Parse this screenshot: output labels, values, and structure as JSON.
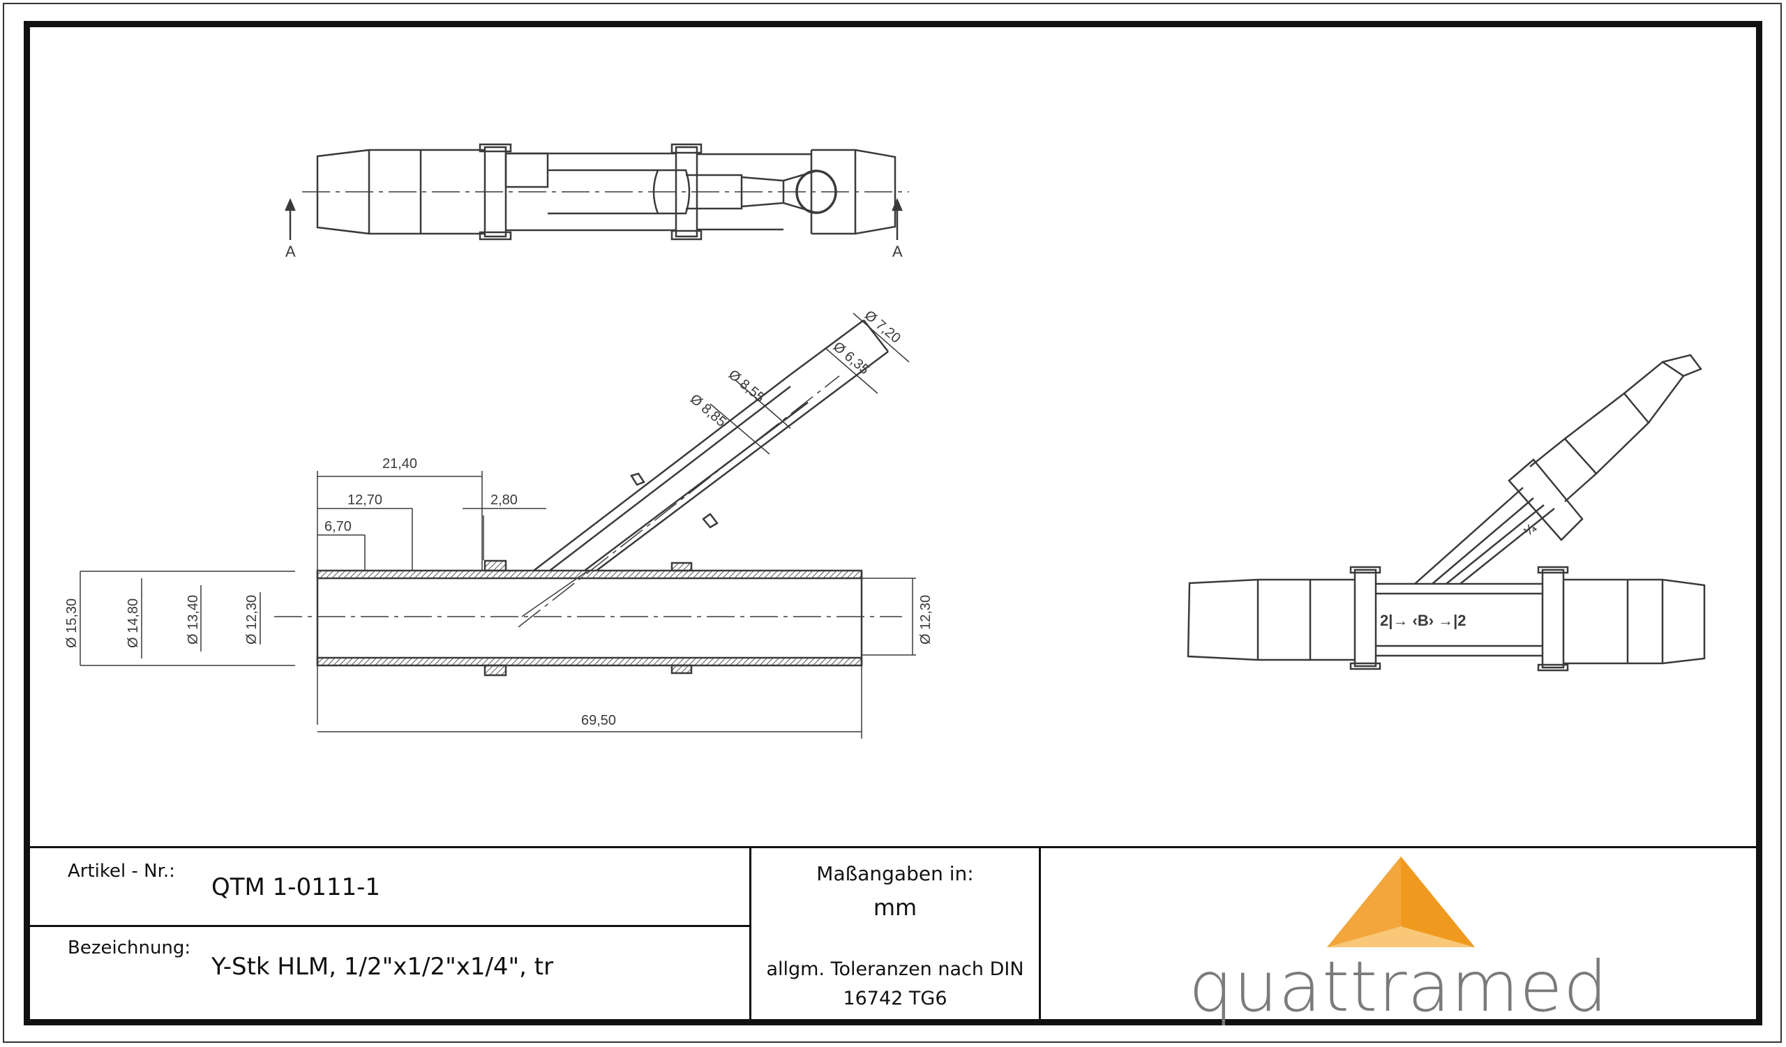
{
  "views": {
    "section_marks": [
      "A",
      "A"
    ]
  },
  "dimensions": {
    "d_7_20": "Ø 7,20",
    "d_6_35": "Ø 6,35",
    "d_8_55": "Ø 8,55",
    "d_8_85": "Ø 8,85",
    "l_21_40": "21,40",
    "l_12_70": "12,70",
    "l_2_80": "2,80",
    "l_6_70": "6,70",
    "d_15_30": "Ø 15,30",
    "d_14_80": "Ø 14,80",
    "d_13_40": "Ø 13,40",
    "d_12_30_left": "Ø 12,30",
    "d_12_30_right": "Ø 12,30",
    "l_69_50": "69,50"
  },
  "iso_markings": {
    "main": "2|→ ‹B› →|2",
    "branch": "¼"
  },
  "title_block": {
    "article_label": "Artikel - Nr.:",
    "article_value": "QTM 1-0111-1",
    "designation_label": "Bezeichnung:",
    "designation_value": "Y-Stk HLM, 1/2\"x1/2\"x1/4\", tr",
    "units_label": "Maßangaben in:",
    "units_value": "mm",
    "tolerance_line1": "allgm. Toleranzen nach DIN",
    "tolerance_line2": "16742 TG6",
    "logo_text": "quattramed"
  },
  "colors": {
    "line": "#3a3a3a",
    "frame": "#111111",
    "logo_dark": "#e8890f",
    "logo_mid": "#f2a63c",
    "logo_light": "#f8c878",
    "logo_text": "#7b7b7b"
  }
}
